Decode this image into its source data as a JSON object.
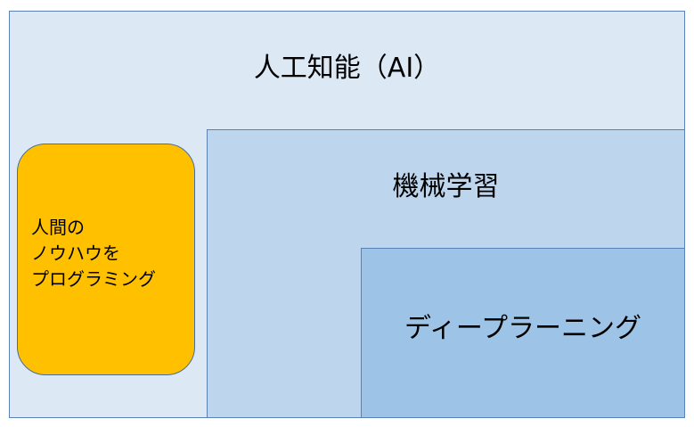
{
  "diagram": {
    "ai": {
      "label": "人工知能（AI）"
    },
    "ml": {
      "label": "機械学習"
    },
    "dl": {
      "label": "ディープラーニング"
    },
    "human_knowhow": {
      "lines": [
        "人間の",
        "ノウハウを",
        "プログラミング"
      ]
    }
  },
  "colors": {
    "ai_fill": "#dde8f5",
    "ml_fill": "#bdd6ee",
    "dl_fill": "#9dc3e6",
    "human_fill": "#ffc000",
    "border": "#5b82b6"
  }
}
